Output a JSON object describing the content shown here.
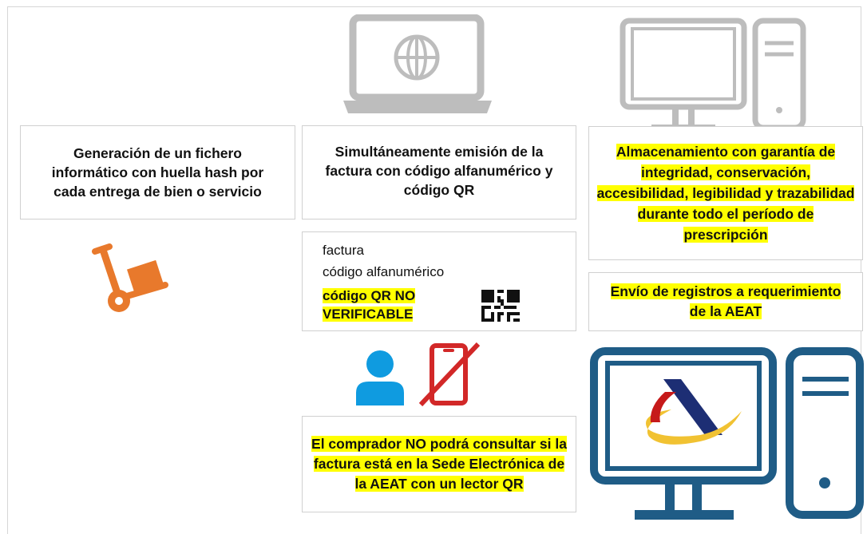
{
  "box_generacion": "Generación de un fichero informático con huella hash por cada entrega de bien o servicio",
  "box_simultanea": "Simultáneamente emisión de la factura con código alfanumérico y código QR",
  "factura_card": {
    "line1": "factura",
    "line2": "código alfanumérico",
    "qr_label_line1": "código QR NO",
    "qr_label_line2": "VERIFICABLE"
  },
  "box_comprador": "El comprador NO podrá consultar si la factura está en la Sede Electrónica de la AEAT con un lector QR",
  "box_almacenamiento": "Almacenamiento con garantía de integridad, conservación, accesibilidad, legibilidad y trazabilidad durante todo el período de prescripción",
  "box_envio": "Envío de registros a requerimiento de la AEAT",
  "colors": {
    "highlight": "#ffff00",
    "orange": "#e8792c",
    "blue_person": "#0f9be0",
    "red_phone": "#d22828",
    "aeat_blue": "#1f5c86",
    "grey_icon": "#bdbdbd"
  },
  "icons": [
    "laptop-globe-icon",
    "desktop-computer-grey-icon",
    "hand-truck-icon",
    "qr-code-icon",
    "person-icon",
    "no-phone-icon",
    "aeat-computer-icon"
  ]
}
